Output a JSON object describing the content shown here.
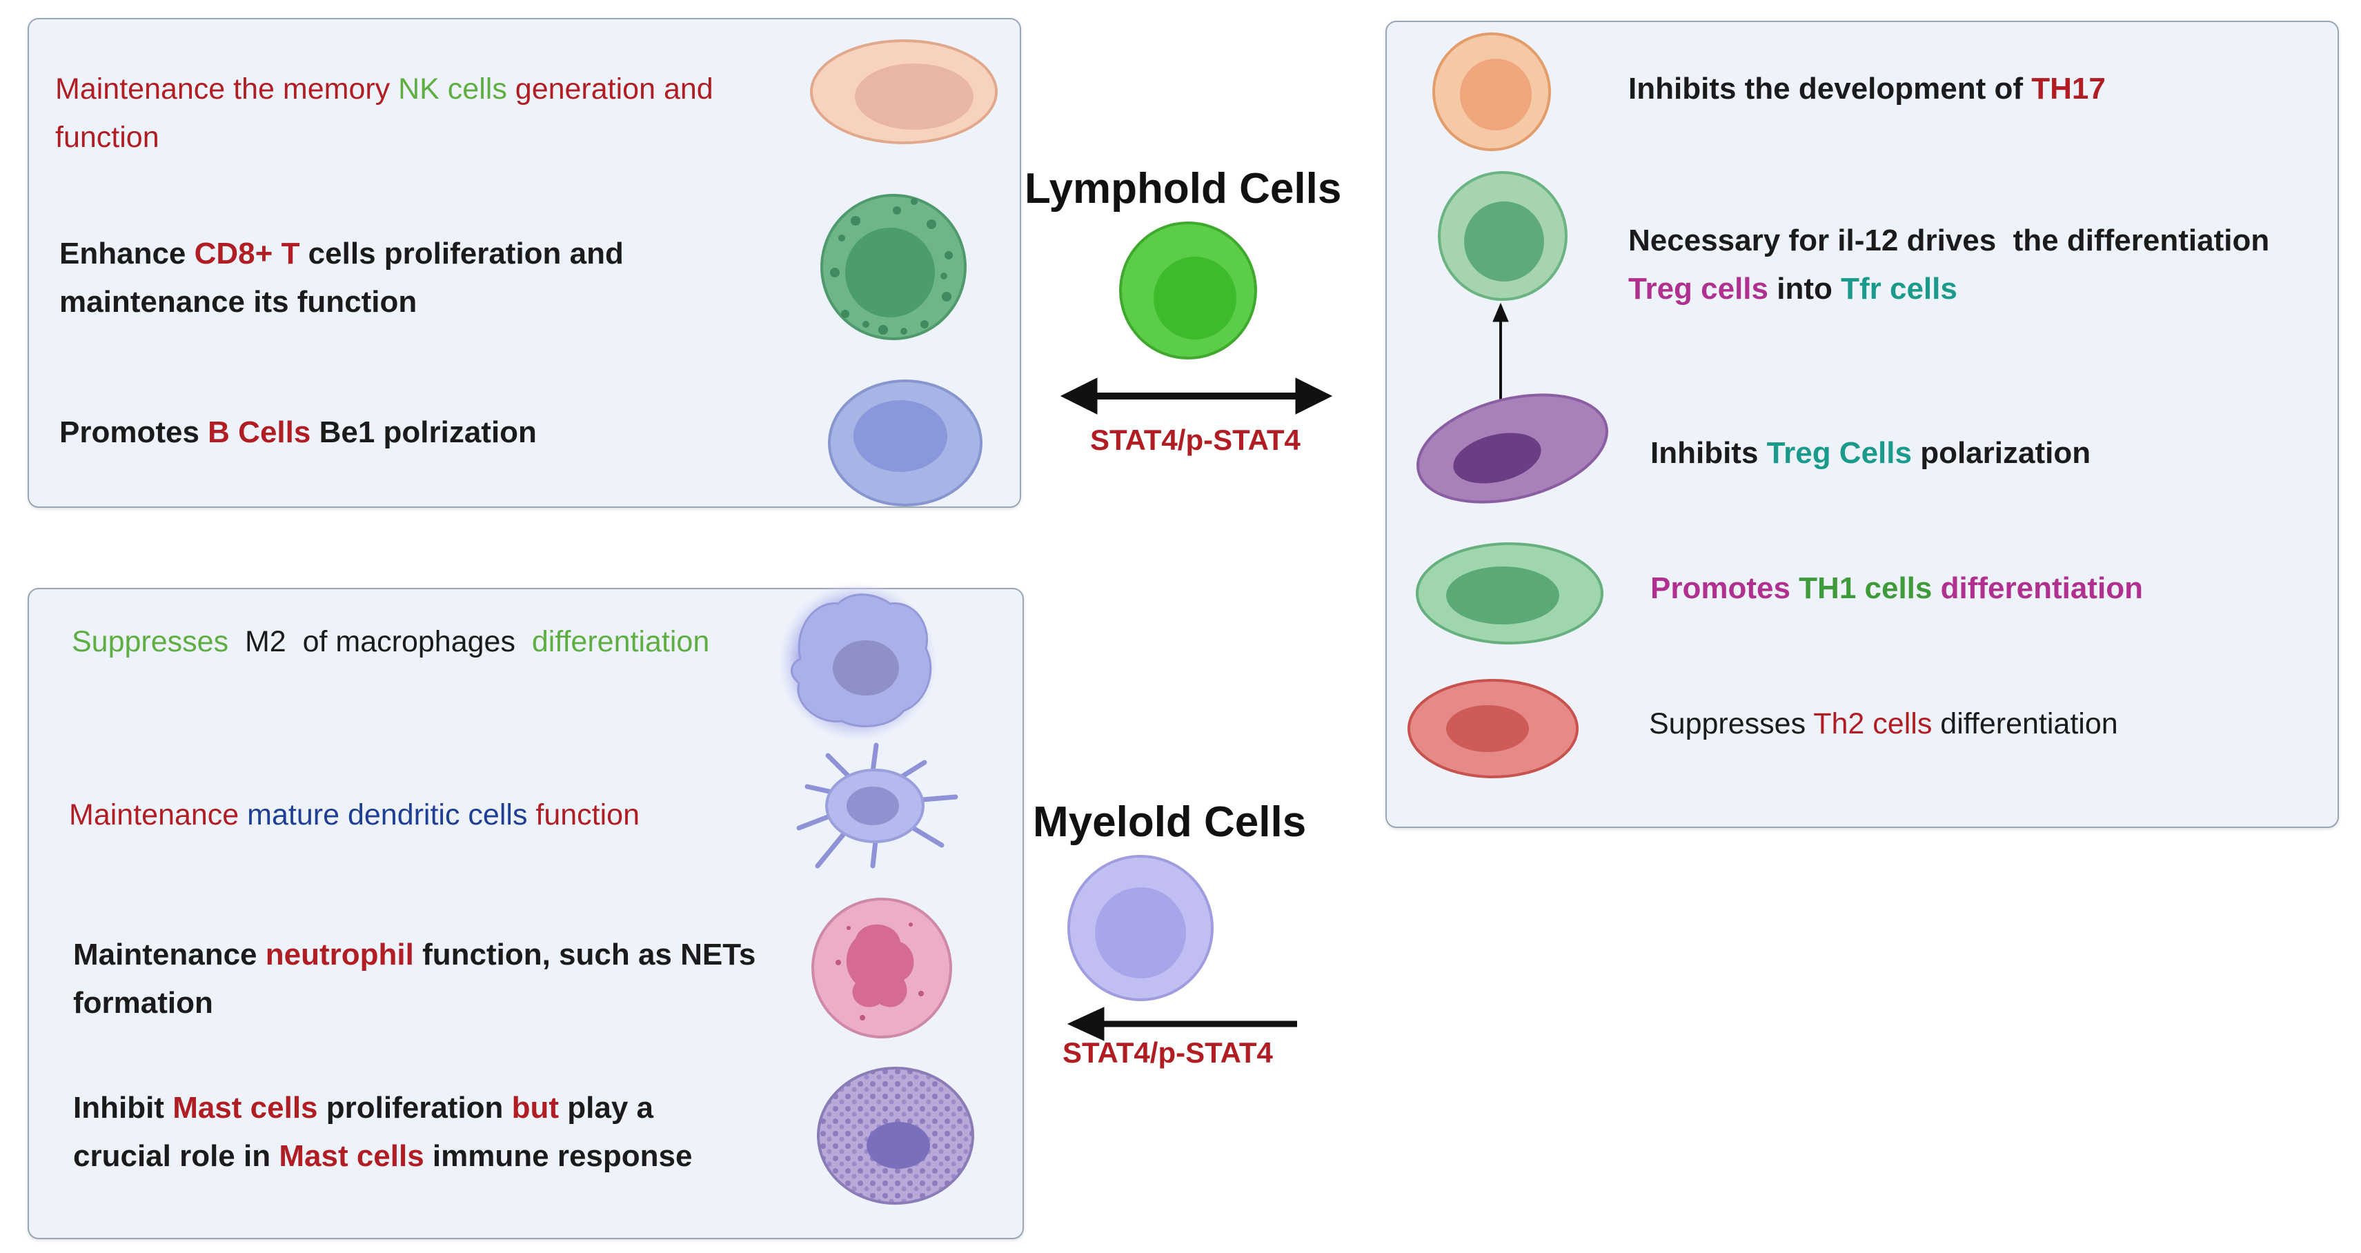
{
  "colors": {
    "black": "#1b1b1b",
    "red": "#b01e23",
    "green": "#3f9a3a",
    "light_green": "#5fae42",
    "teal": "#1a9a8a",
    "magenta": "#b0308f",
    "blue": "#1f3f94",
    "stat_red": "#b01e23"
  },
  "lymphoid": {
    "title": "Lymphold Cells",
    "arrow_label": "STAT4/p-STAT4"
  },
  "myeloid": {
    "title": "Myelold Cells",
    "arrow_label": "STAT4/p-STAT4"
  },
  "left_top": {
    "nk": {
      "cell_icon": "nk-cell-icon",
      "line1": [
        {
          "text": "Maintenance the memory ",
          "color": "red"
        },
        {
          "text": "NK cells",
          "color": "light_green"
        },
        {
          "text": " generation and",
          "color": "red"
        }
      ],
      "line2": [
        {
          "text": "function",
          "color": "red"
        }
      ]
    },
    "cd8": {
      "cell_icon": "cd8-t-cell-icon",
      "line1": [
        {
          "text": "Enhance ",
          "color": "black"
        },
        {
          "text": "CD8+ T",
          "color": "red"
        },
        {
          "text": " cells proliferation and",
          "color": "black"
        }
      ],
      "line2": [
        {
          "text": "maintenance its function",
          "color": "black"
        }
      ]
    },
    "bcell": {
      "cell_icon": "b-cell-icon",
      "line1": [
        {
          "text": "Promotes ",
          "color": "black"
        },
        {
          "text": "B Cells",
          "color": "red"
        },
        {
          "text": " Be1 polrization",
          "color": "black"
        }
      ]
    }
  },
  "left_bottom": {
    "macrophage": {
      "cell_icon": "macrophage-icon",
      "line1": [
        {
          "text": "Suppresses",
          "color": "light_green"
        },
        {
          "text": "  M2  of macrophages  ",
          "color": "black"
        },
        {
          "text": "differentiation",
          "color": "light_green"
        }
      ]
    },
    "dendritic": {
      "cell_icon": "dendritic-cell-icon",
      "line1": [
        {
          "text": "Maintenance ",
          "color": "red"
        },
        {
          "text": "mature dendritic cells",
          "color": "blue"
        },
        {
          "text": " function",
          "color": "red"
        }
      ]
    },
    "neutrophil": {
      "cell_icon": "neutrophil-icon",
      "line1": [
        {
          "text": "Maintenance ",
          "color": "black"
        },
        {
          "text": "neutrophil",
          "color": "red"
        },
        {
          "text": " function, such as NETs",
          "color": "black"
        }
      ],
      "line2": [
        {
          "text": "formation",
          "color": "black"
        }
      ]
    },
    "mast": {
      "cell_icon": "mast-cell-icon",
      "line1": [
        {
          "text": "Inhibit ",
          "color": "black"
        },
        {
          "text": "Mast cells",
          "color": "red"
        },
        {
          "text": " proliferation ",
          "color": "black"
        },
        {
          "text": "but",
          "color": "red"
        },
        {
          "text": " play a",
          "color": "black"
        }
      ],
      "line2": [
        {
          "text": "crucial role in ",
          "color": "black"
        },
        {
          "text": "Mast cells",
          "color": "red"
        },
        {
          "text": " immune response",
          "color": "black"
        }
      ]
    }
  },
  "right": {
    "th17": {
      "cell_icon": "th17-cell-icon",
      "line1": [
        {
          "text": "Inhibits the development of ",
          "color": "black"
        },
        {
          "text": "TH17",
          "color": "red"
        }
      ]
    },
    "tfr": {
      "cell_icon": "tfr-cell-icon",
      "line1": [
        {
          "text": "Necessary for il-12 drives  the differentiation",
          "color": "black"
        }
      ],
      "line2": [
        {
          "text": "Treg cells",
          "color": "magenta"
        },
        {
          "text": " into ",
          "color": "black"
        },
        {
          "text": "Tfr cells",
          "color": "teal"
        }
      ]
    },
    "treg": {
      "cell_icon": "treg-cell-icon",
      "line1": [
        {
          "text": "Inhibits ",
          "color": "black"
        },
        {
          "text": "Treg Cells",
          "color": "teal"
        },
        {
          "text": " polarization",
          "color": "black"
        }
      ]
    },
    "th1": {
      "cell_icon": "th1-cell-icon",
      "line1": [
        {
          "text": "Promotes ",
          "color": "magenta"
        },
        {
          "text": "TH1 cells",
          "color": "green"
        },
        {
          "text": " differentiation",
          "color": "magenta"
        }
      ]
    },
    "th2": {
      "cell_icon": "th2-cell-icon",
      "line1": [
        {
          "text": "Suppresses ",
          "color": "black"
        },
        {
          "text": "Th2 cells",
          "color": "red"
        },
        {
          "text": " differentiation",
          "color": "black"
        }
      ]
    }
  }
}
